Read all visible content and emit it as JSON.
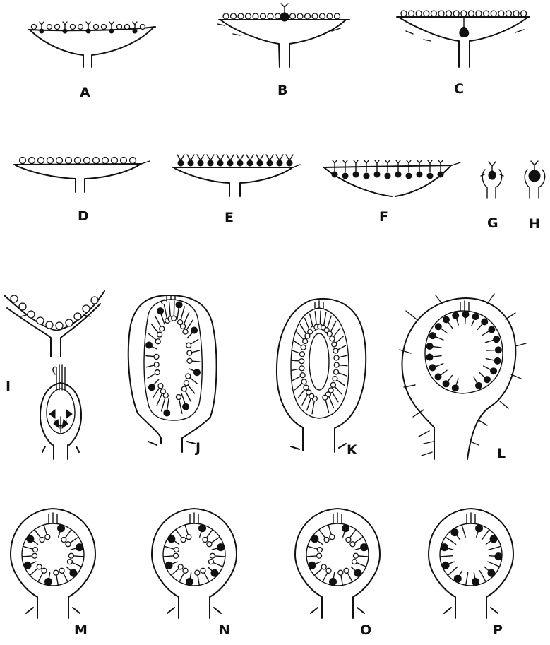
{
  "labels": {
    "A": "A",
    "B": "B",
    "C": "C",
    "D": "D",
    "E": "E",
    "F": "F",
    "G": "G",
    "H": "H",
    "I": "I",
    "J": "J",
    "K": "K",
    "L": "L",
    "M": "M",
    "N": "N",
    "O": "O",
    "P": "P"
  },
  "colors": {
    "ink": "#111111",
    "paper": "#ffffff"
  }
}
